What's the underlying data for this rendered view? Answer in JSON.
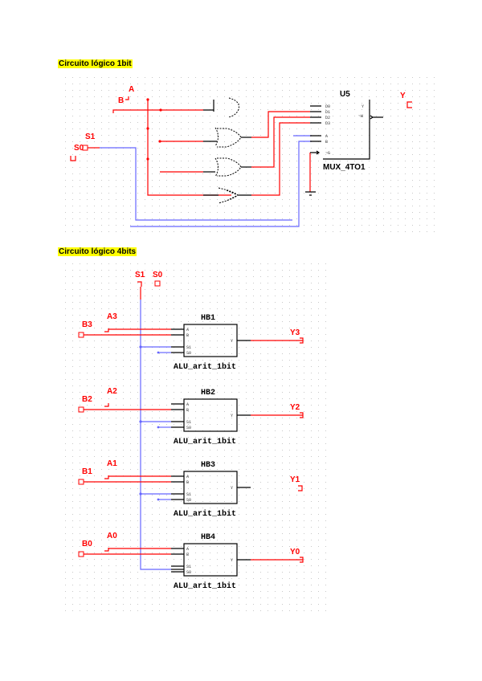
{
  "headings": {
    "circuit_1bit": "Circuito lógico 1bit",
    "circuit_4bits": "Circuito lógico 4bits"
  },
  "colors": {
    "heading_highlight": "#ffff00",
    "wire_red": "#ff0000",
    "wire_blue": "#6666ff",
    "component": "#000000"
  },
  "circuit1": {
    "inputs": {
      "a": "A",
      "b": "B",
      "s1": "S1",
      "s0": "S0"
    },
    "output": "Y",
    "mux": {
      "ref": "U5",
      "name": "MUX_4TO1",
      "pins": {
        "d0": "D0",
        "d1": "D1",
        "d2": "D2",
        "d3": "D3",
        "a": "A",
        "b": "B",
        "g": "~G",
        "y": "Y",
        "w": "~W"
      }
    },
    "gates": [
      "AND",
      "OR",
      "OR",
      "XOR"
    ]
  },
  "circuit2": {
    "selects": {
      "s1": "S1",
      "s0": "S0"
    },
    "blocks": [
      {
        "ref": "HB1",
        "name": "ALU_arit_1bit",
        "a": "A3",
        "b": "B3",
        "y": "Y3"
      },
      {
        "ref": "HB2",
        "name": "ALU_arit_1bit",
        "a": "A2",
        "b": "B2",
        "y": "Y2"
      },
      {
        "ref": "HB3",
        "name": "ALU_arit_1bit",
        "a": "A1",
        "b": "B1",
        "y": "Y1"
      },
      {
        "ref": "HB4",
        "name": "ALU_arit_1bit",
        "a": "A0",
        "b": "B0",
        "y": "Y0"
      }
    ],
    "block_pins": {
      "a": "A",
      "b": "B",
      "s1": "S1",
      "s0": "S0",
      "y": "Y"
    }
  }
}
